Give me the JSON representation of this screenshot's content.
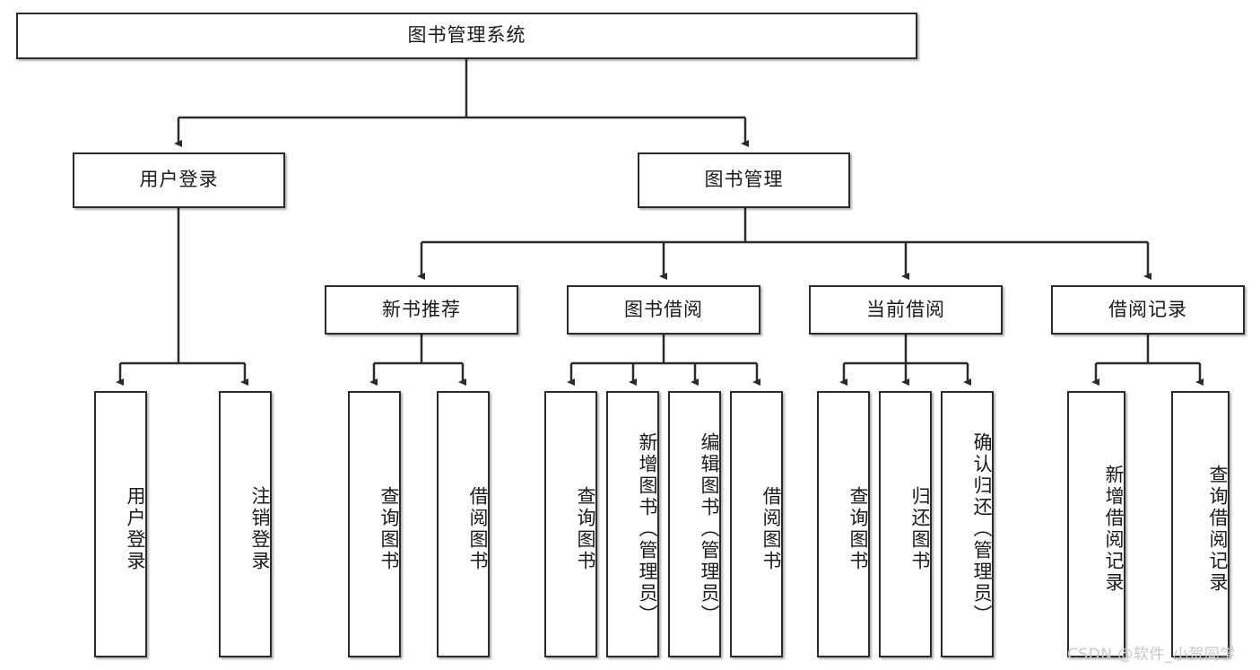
{
  "diagram": {
    "title": "图书管理系统",
    "type": "functional-structure-tree",
    "root": {
      "label": "图书管理系统"
    },
    "level2": [
      {
        "label": "用户登录"
      },
      {
        "label": "图书管理"
      }
    ],
    "level3": [
      {
        "label": "新书推荐"
      },
      {
        "label": "图书借阅"
      },
      {
        "label": "当前借阅"
      },
      {
        "label": "借阅记录"
      }
    ],
    "leaves": {
      "user_login": [
        {
          "label": "用户登录"
        },
        {
          "label": "注销登录"
        }
      ],
      "new_book_recommend": [
        {
          "label": "查询图书"
        },
        {
          "label": "借阅图书"
        }
      ],
      "book_borrow": [
        {
          "label": "查询图书"
        },
        {
          "label": "新增图书（管理员）"
        },
        {
          "label": "编辑图书（管理员）"
        },
        {
          "label": "借阅图书"
        }
      ],
      "current_borrow": [
        {
          "label": "查询图书"
        },
        {
          "label": "归还图书"
        },
        {
          "label": "确认归还（管理员）"
        }
      ],
      "borrow_record": [
        {
          "label": "新增借阅记录"
        },
        {
          "label": "查询借阅记录"
        }
      ]
    }
  },
  "watermark": {
    "text": "CSDN @软件_小贺同学"
  },
  "colors": {
    "background": "#ffffff",
    "box_border": "#2b2b2b",
    "box_fill": "#ffffff",
    "text": "#1a1a1a",
    "edge": "#2b2b2b",
    "watermark": "#c9c9c9"
  }
}
